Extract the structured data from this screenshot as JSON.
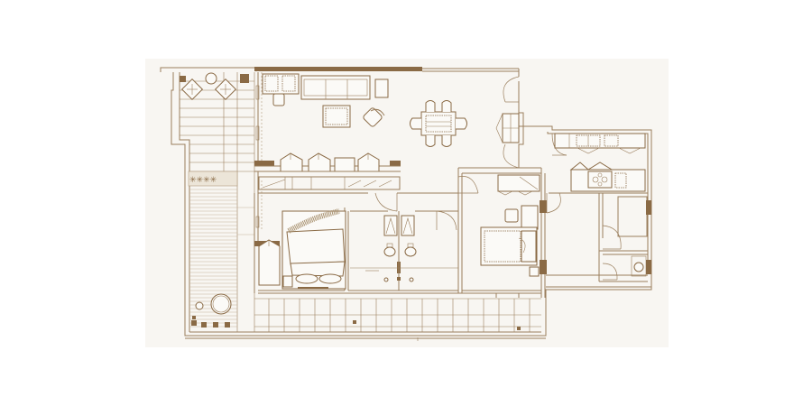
{
  "plan": {
    "title": "",
    "type": "apartment-floor-plan",
    "colors": {
      "background": "#ffffff",
      "panel": "#f8f6f2",
      "line": "#9a7e5c",
      "solid_wall": "#8a6a45",
      "light_line": "#c4b29a"
    },
    "rooms": [
      {
        "id": "terrace-west",
        "label": ""
      },
      {
        "id": "living-room",
        "label": ""
      },
      {
        "id": "dining-area",
        "label": ""
      },
      {
        "id": "kitchen",
        "label": ""
      },
      {
        "id": "master-bedroom",
        "label": ""
      },
      {
        "id": "bathroom-1",
        "label": ""
      },
      {
        "id": "bedroom-2",
        "label": ""
      },
      {
        "id": "service-room",
        "label": ""
      },
      {
        "id": "service-bathroom",
        "label": ""
      },
      {
        "id": "balcony-south",
        "label": ""
      }
    ],
    "furniture": [
      "sofa",
      "armchair",
      "coffee-table",
      "lounge-chair",
      "dining-table",
      "dining-chairs",
      "sideboard",
      "double-bed",
      "single-bed",
      "toilets",
      "sinks",
      "cooktop",
      "kitchen-counter",
      "terrace-loungers",
      "planters",
      "round-table"
    ]
  }
}
